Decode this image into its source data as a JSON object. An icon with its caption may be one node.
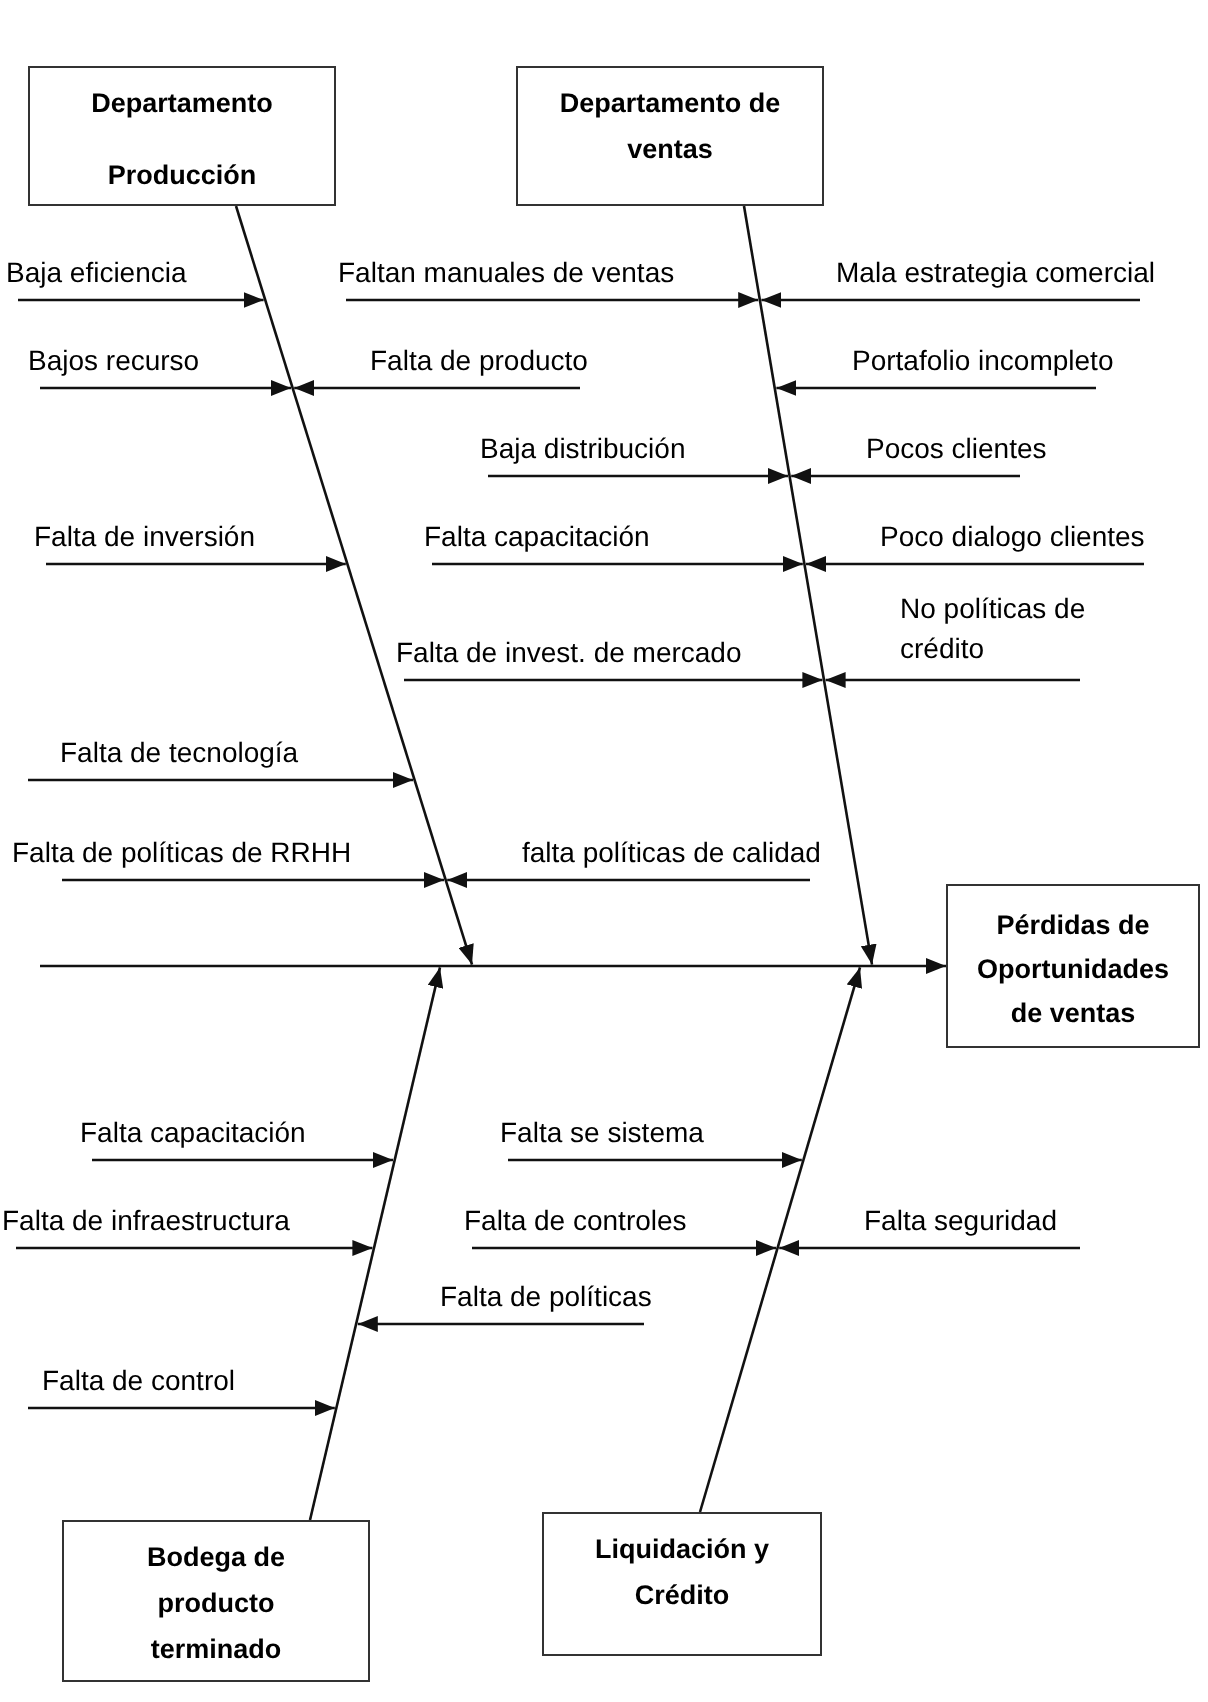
{
  "diagram": {
    "nodes": [
      {
        "text": [
          "Departamento Producción"
        ]
      },
      {
        "text": [
          "Departamento de ventas"
        ]
      },
      {
        "text": [
          "Baja eficiencia"
        ]
      },
      {
        "text": [
          "Faltan manuales de ventas"
        ]
      },
      {
        "text": [
          "Mala estrategia comercial"
        ]
      },
      {
        "text": [
          "Bajos recurso"
        ]
      },
      {
        "text": [
          "Falta de producto"
        ]
      },
      {
        "text": [
          "Portafolio incompleto"
        ]
      },
      {
        "text": [
          "Baja distribución"
        ]
      },
      {
        "text": [
          "Pocos clientes"
        ]
      },
      {
        "text": [
          "Falta de inversión"
        ]
      },
      {
        "text": [
          "Falta capacitación"
        ]
      },
      {
        "text": [
          "Poco dialogo clientes"
        ]
      },
      {
        "text": [
          "No políticas de crédito"
        ]
      },
      {
        "text": [
          "Falta de tecnología"
        ]
      },
      {
        "text": [
          "Falta de invest. de mercado"
        ]
      },
      {
        "text": [
          "Falta de políticas de RRHH"
        ]
      },
      {
        "text": [
          "falta políticas de calidad"
        ]
      },
      {
        "text": [
          "Pérdidas de Oportunidades de ventas"
        ]
      },
      {
        "text": [
          "Falta capacitación"
        ]
      },
      {
        "text": [
          "Falta se sistema"
        ]
      },
      {
        "text": [
          "Falta de infraestructura"
        ]
      },
      {
        "text": [
          "Falta de controles"
        ]
      },
      {
        "text": [
          "Falta seguridad"
        ]
      },
      {
        "text": [
          "Falta de políticas"
        ]
      },
      {
        "text": [
          "Falta de control"
        ]
      },
      {
        "text": [
          "Bodega de producto terminado"
        ]
      },
      {
        "text": [
          "Liquidación y Crédito"
        ]
      }
    ],
    "edges": [
      {
        "from": 0,
        "to": null,
        "arrow": "to"
      },
      {
        "from": 1,
        "to": null,
        "arrow": "to"
      },
      {
        "from": null,
        "to": 18,
        "arrow": "to"
      },
      {
        "from": 26,
        "to": null,
        "arrow": "to"
      },
      {
        "from": 27,
        "to": null,
        "arrow": "to"
      },
      {
        "from": 2,
        "to": null,
        "arrow": "to"
      },
      {
        "from": 3,
        "to": null,
        "arrow": "to"
      },
      {
        "from": 4,
        "to": null,
        "arrow": "to"
      },
      {
        "from": 5,
        "to": null,
        "arrow": "to"
      },
      {
        "from": 6,
        "to": null,
        "arrow": "to"
      },
      {
        "from": 7,
        "to": null,
        "arrow": "to"
      },
      {
        "from": 8,
        "to": null,
        "arrow": "to"
      },
      {
        "from": 9,
        "to": null,
        "arrow": "to"
      },
      {
        "from": 10,
        "to": null,
        "arrow": "to"
      },
      {
        "from": 11,
        "to": null,
        "arrow": "to"
      },
      {
        "from": 12,
        "to": null,
        "arrow": "to"
      },
      {
        "from": 13,
        "to": null,
        "arrow": "to"
      },
      {
        "from": 14,
        "to": null,
        "arrow": "to"
      },
      {
        "from": 15,
        "to": null,
        "arrow": "to"
      },
      {
        "from": 16,
        "to": null,
        "arrow": "to"
      },
      {
        "from": 17,
        "to": null,
        "arrow": "to"
      },
      {
        "from": 19,
        "to": null,
        "arrow": "to"
      },
      {
        "from": 20,
        "to": null,
        "arrow": "to"
      },
      {
        "from": 21,
        "to": null,
        "arrow": "to"
      },
      {
        "from": 22,
        "to": null,
        "arrow": "to"
      },
      {
        "from": 23,
        "to": null,
        "arrow": "to"
      },
      {
        "from": 24,
        "to": null,
        "arrow": "to"
      },
      {
        "from": 25,
        "to": null,
        "arrow": "to"
      }
    ]
  }
}
